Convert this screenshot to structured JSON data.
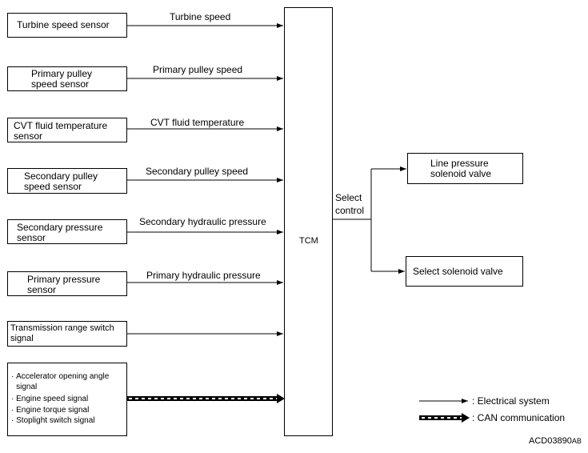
{
  "inputs": [
    {
      "label": "Turbine speed sensor",
      "signal": "Turbine speed"
    },
    {
      "label": "Primary pulley\nspeed sensor",
      "signal": "Primary pulley speed"
    },
    {
      "label": "CVT fluid temperature\nsensor",
      "signal": "CVT fluid temperature"
    },
    {
      "label": "Secondary pulley\nspeed sensor",
      "signal": "Secondary pulley speed"
    },
    {
      "label": "Secondary pressure\nsensor",
      "signal": "Secondary hydraulic pressure"
    },
    {
      "label": "Primary pressure\nsensor",
      "signal": "Primary hydraulic pressure"
    },
    {
      "label": "Transmission range switch\nsignal",
      "signal": ""
    }
  ],
  "can_inputs": [
    "Accelerator opening angle\nsignal",
    "Engine speed signal",
    "Engine torque signal",
    "Stoplight switch signal"
  ],
  "bullet_char": "·",
  "tcm_label": "TCM",
  "select_control": "Select\ncontrol",
  "outputs": [
    "Line pressure\nsolenoid valve",
    "Select solenoid valve"
  ],
  "legend": {
    "electrical": ": Electrical system",
    "can": ": CAN communication"
  },
  "code_main": "ACD03890",
  "code_suffix": "AB"
}
